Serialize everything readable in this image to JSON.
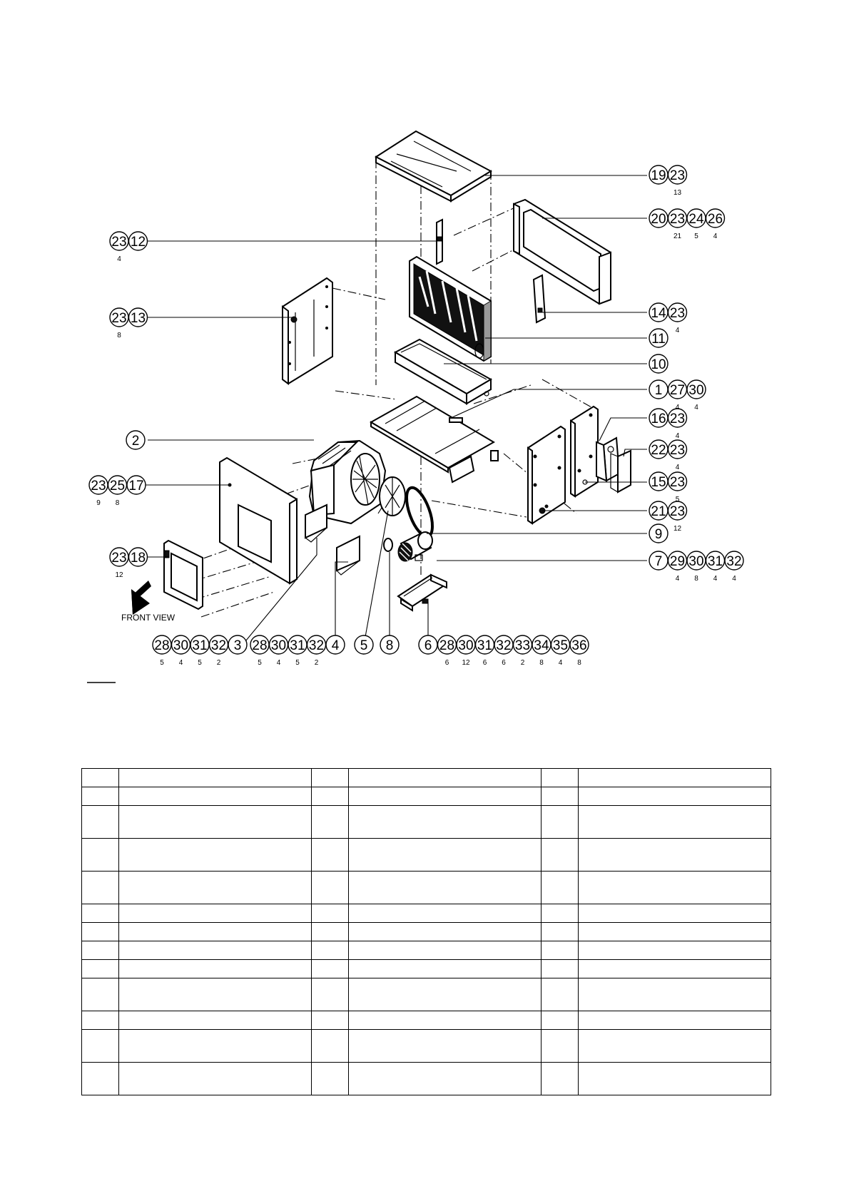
{
  "figure": {
    "front_view_label": "FRONT VIEW",
    "callouts": [
      {
        "id": "c19",
        "parts": [
          "19",
          "23"
        ],
        "qty": [
          "",
          "13"
        ]
      },
      {
        "id": "c20",
        "parts": [
          "20",
          "23",
          "24",
          "26"
        ],
        "qty": [
          "",
          "21",
          "5",
          "4"
        ]
      },
      {
        "id": "c12",
        "parts": [
          "23",
          "12"
        ],
        "qty": [
          "4",
          ""
        ]
      },
      {
        "id": "c13",
        "parts": [
          "23",
          "13"
        ],
        "qty": [
          "8",
          ""
        ]
      },
      {
        "id": "c14",
        "parts": [
          "14",
          "23"
        ],
        "qty": [
          "",
          "4"
        ]
      },
      {
        "id": "c11",
        "parts": [
          "11"
        ],
        "qty": [
          ""
        ]
      },
      {
        "id": "c10",
        "parts": [
          "10"
        ],
        "qty": [
          ""
        ]
      },
      {
        "id": "c1",
        "parts": [
          "1",
          "27",
          "30"
        ],
        "qty": [
          "",
          "4",
          "4"
        ]
      },
      {
        "id": "c16",
        "parts": [
          "16",
          "23"
        ],
        "qty": [
          "",
          "4"
        ]
      },
      {
        "id": "c2",
        "parts": [
          "2"
        ],
        "qty": [
          ""
        ]
      },
      {
        "id": "c22",
        "parts": [
          "22",
          "23"
        ],
        "qty": [
          "",
          "4"
        ]
      },
      {
        "id": "c17",
        "parts": [
          "23",
          "25",
          "17"
        ],
        "qty": [
          "9",
          "8",
          ""
        ]
      },
      {
        "id": "c15",
        "parts": [
          "15",
          "23"
        ],
        "qty": [
          "",
          "5"
        ]
      },
      {
        "id": "c21",
        "parts": [
          "21",
          "23"
        ],
        "qty": [
          "",
          "12"
        ]
      },
      {
        "id": "c9",
        "parts": [
          "9"
        ],
        "qty": [
          ""
        ]
      },
      {
        "id": "c18",
        "parts": [
          "23",
          "18"
        ],
        "qty": [
          "12",
          ""
        ]
      },
      {
        "id": "c7",
        "parts": [
          "7",
          "29",
          "30",
          "31",
          "32"
        ],
        "qty": [
          "",
          "4",
          "8",
          "4",
          "4"
        ]
      },
      {
        "id": "c3",
        "parts": [
          "28",
          "30",
          "31",
          "32",
          "3"
        ],
        "qty": [
          "5",
          "4",
          "5",
          "2",
          ""
        ]
      },
      {
        "id": "c4",
        "parts": [
          "28",
          "30",
          "31",
          "32",
          "4"
        ],
        "qty": [
          "5",
          "4",
          "5",
          "2",
          ""
        ]
      },
      {
        "id": "c5",
        "parts": [
          "5"
        ],
        "qty": [
          ""
        ]
      },
      {
        "id": "c8",
        "parts": [
          "8"
        ],
        "qty": [
          ""
        ]
      },
      {
        "id": "c6",
        "parts": [
          "6",
          "28",
          "30",
          "31",
          "32",
          "33",
          "34",
          "35",
          "36"
        ],
        "qty": [
          "",
          "6",
          "12",
          "6",
          "6",
          "2",
          "8",
          "4",
          "8"
        ]
      }
    ]
  },
  "parts_table": {
    "rows": [
      [
        "",
        "",
        "",
        "",
        "",
        ""
      ],
      [
        "",
        "",
        "",
        "",
        "",
        ""
      ],
      [
        "",
        "",
        "",
        "",
        "",
        ""
      ],
      [
        "",
        "",
        "",
        "",
        "",
        ""
      ],
      [
        "",
        "",
        "",
        "",
        "",
        ""
      ],
      [
        "",
        "",
        "",
        "",
        "",
        ""
      ],
      [
        "",
        "",
        "",
        "",
        "",
        ""
      ],
      [
        "",
        "",
        "",
        "",
        "",
        ""
      ],
      [
        "",
        "",
        "",
        "",
        "",
        ""
      ],
      [
        "",
        "",
        "",
        "",
        "",
        ""
      ],
      [
        "",
        "",
        "",
        "",
        "",
        ""
      ],
      [
        "",
        "",
        "",
        "",
        "",
        ""
      ],
      [
        "",
        "",
        "",
        "",
        "",
        ""
      ]
    ]
  }
}
